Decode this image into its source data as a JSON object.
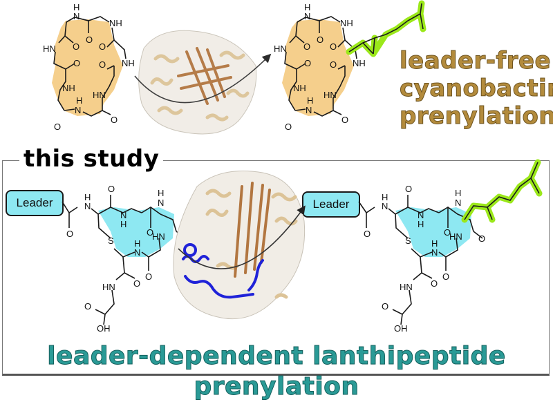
{
  "top_panel": {
    "label_lines": [
      "leader-free",
      "cyanobactin",
      "prenylation"
    ],
    "label_color": "#b38b3c",
    "ring_fill": "#f5cf8c",
    "prenyl_highlight": "#9be81a",
    "substrate_atoms": {
      "n_top": "H",
      "n_top2": "N",
      "nh_tr": "NH",
      "hn_left": "HN",
      "o1": "O",
      "o2": "O",
      "o3": "O",
      "o4": "O",
      "nh_right": "NH",
      "o5": "O",
      "nh_bl": "NH",
      "h_b": "H",
      "n_b": "N",
      "hn_br": "HN",
      "o6": "O",
      "o7": "O"
    },
    "product_atoms": {
      "n_top": "H",
      "n_top2": "N",
      "nh_tr": "NH",
      "hn_left": "HN",
      "o1": "O",
      "o2": "O",
      "o3": "O",
      "o4": "O",
      "nh_right": "NH",
      "o5": "O",
      "nh_bl": "NH",
      "h_b": "H",
      "n_b": "N",
      "hn_br": "HN",
      "o6": "O",
      "o7": "O"
    }
  },
  "bottom_panel": {
    "section_title": "this study",
    "label": "leader-dependent lanthipeptide prenylation",
    "label_color": "#2a9a96",
    "ring_fill": "#8ee8f2",
    "leader_left": "Leader",
    "leader_right": "Leader",
    "atoms": {
      "h1": "H",
      "n1": "N",
      "o_top": "O",
      "o_left": "O",
      "s": "S",
      "n2": "N",
      "h2": "H",
      "h3": "H",
      "n3": "N",
      "o_mid": "O",
      "hn1": "HN",
      "o_r": "O",
      "h4": "H",
      "n4": "N",
      "o_low": "O",
      "hn2": "HN",
      "o_c": "O",
      "o_acid": "O",
      "oh": "OH"
    }
  }
}
